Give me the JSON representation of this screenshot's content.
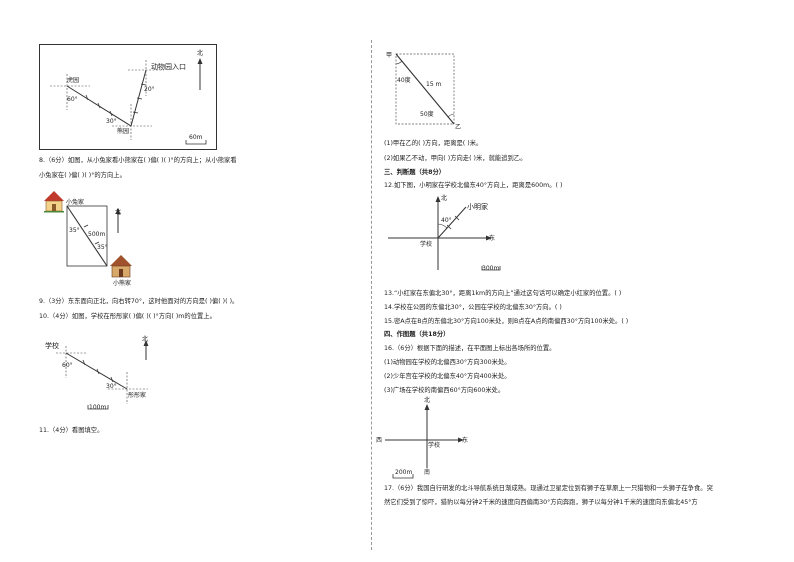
{
  "fig_zoo": {
    "zoo_entrance": "动物园入口",
    "tiger": "虎园",
    "bear": "熊园",
    "north": "北",
    "angle_60": "60°",
    "angle_30": "30°",
    "angle_20": "20°",
    "scale": "60m"
  },
  "q8": {
    "line1": "8.（6分）如图，从小兔家看小熊家在(          )偏(          )(          )°的方向上；从小熊家看",
    "line2": "小兔家在(          )偏(          )(          )°的方向上。"
  },
  "fig_rabbit": {
    "rabbit": "小兔家",
    "bear_home": "小熊家",
    "north": "北",
    "dist": "500m",
    "angle_a": "35°",
    "angle_b": "35°"
  },
  "q9": {
    "line1": "9.（3分）东东面向正北，向右转70°，这时他面对的方向是(          )偏(          )(          )。"
  },
  "q10": {
    "line1": "10.（4分）如图，学校在彤彤家(          )偏(          )(          )°方向(          )m的位置上。"
  },
  "fig_school": {
    "school": "学校",
    "home": "彤彤家",
    "north": "北",
    "angle_60": "60°",
    "angle_30": "30°",
    "scale": "100m"
  },
  "q11": {
    "line1": "11.（4分）看图填空。"
  },
  "fig_jiayi": {
    "jia": "甲",
    "yi": "乙",
    "a1": "40度",
    "a2": "50度",
    "dist": "15 m"
  },
  "q11_parts": {
    "p1": "(1)甲在乙的(          )方向，距离是(          )米。",
    "p2": "(2)如果乙不动，甲向(          )方向走(          )米，就能追到乙。"
  },
  "sec3": {
    "title": "三、判断题（共8分）"
  },
  "q12": {
    "line1": "12.如下图，小明家在学校北偏东40°方向上，距离是600m。(          )"
  },
  "fig_xiaoming": {
    "home": "小明家",
    "school": "学校",
    "north": "北",
    "east": "东",
    "angle": "40°",
    "scale": "300m"
  },
  "q13": {
    "line1": "13.“小红家在东偏北30°，距离1km的方向上”通过这句话可以确定小红家的位置。(          )"
  },
  "q14": {
    "line1": "14.学校在公园的东偏北30°，公园在学校的北偏东30°方向。(          )"
  },
  "q15": {
    "line1": "15.密A点在B点的东偏北30°方向100米处，则B点在A点的南偏西30°方向100米处。(          )"
  },
  "sec4": {
    "title": "四、作图题（共18分）"
  },
  "q16": {
    "line1": "16.（6分）根据下面的描述，在平面图上标出各场所的位置。",
    "p1": "(1)动物园在学校的北偏西30°方向300米处。",
    "p2": "(2)少年宫在学校的北偏东40°方向400米处。",
    "p3": "(3)广场在学校的南偏西60°方向600米处。"
  },
  "fig_compass": {
    "north": "北",
    "south": "南",
    "east": "东",
    "west": "西",
    "school": "学校",
    "scale": "200m"
  },
  "q17": {
    "line1": "17.（6分）我国自行研发的北斗导航系统日渐成熟。现通过卫星定位到有狮子在草原上一只猎物和一头狮子在争食。突",
    "line2": "然它们受到了惊吓，猎豹以每分钟2千米的速度向西偏南30°方向奔跑，狮子以每分钟1千米的速度向东偏北45°方"
  }
}
